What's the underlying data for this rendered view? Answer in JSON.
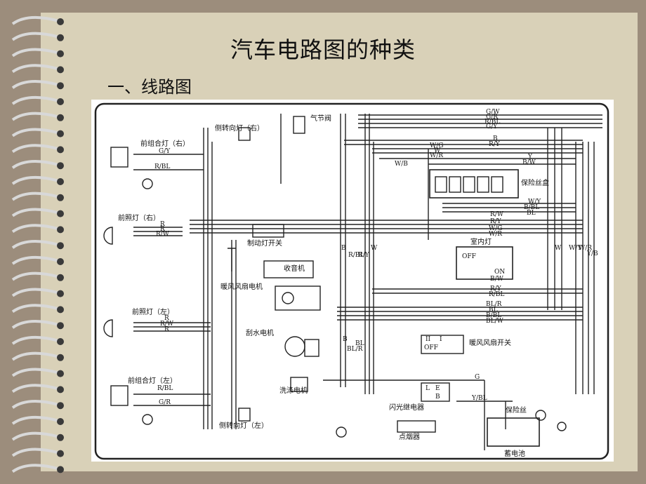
{
  "slide": {
    "title": "汽车电路图的种类",
    "subtitle": "一、线路图"
  },
  "diagram": {
    "component_labels": {
      "throttle_valve": "气节阀",
      "side_turn_right": "侧转向灯（右）",
      "front_combo_right": "前组合灯（右）",
      "fuse_box": "保险丝盒",
      "headlamp_right": "前照灯（右）",
      "brake_switch": "制动灯开关",
      "interior_light": "室内灯",
      "radio": "收音机",
      "heater_motor": "暖风风扇电机",
      "headlamp_left": "前照灯（左）",
      "wiper_motor": "刮水电机",
      "heater_switch": "暖风风扇开关",
      "front_combo_left": "前组合灯（左）",
      "washer_motor": "洗涤电机",
      "flasher_relay": "闪光继电器",
      "fuse": "保险丝",
      "side_turn_left": "侧转向灯（左）",
      "cigar_lighter": "点烟器",
      "battery": "蓄电池"
    },
    "wire_codes": {
      "top_right": [
        "G/W",
        "G/R",
        "R/BL",
        "G/Y"
      ],
      "right_group_1": [
        "B",
        "R/Y"
      ],
      "right_group_2": [
        "W/G",
        "W",
        "W/R"
      ],
      "y_bw": [
        "Y",
        "B/W"
      ],
      "wb": "W/B",
      "right_group_3": [
        "W/Y",
        "B/BL",
        "BL"
      ],
      "right_group_4": [
        "R/W",
        "R/Y",
        "W/G",
        "W/R"
      ],
      "front_right_combo": [
        "G/Y",
        "R/BL"
      ],
      "headlamp_right_codes": [
        "R",
        "R",
        "R/W"
      ],
      "vertical_mid": [
        "B",
        "R/BL",
        "R/Y",
        "W"
      ],
      "interior_switch": [
        "OFF",
        "ON",
        "B/W"
      ],
      "vertical_right": [
        "W",
        "W/Y",
        "W/R",
        "Y/B"
      ],
      "mid_right": [
        "R/Y",
        "R/BL"
      ],
      "bottom_right_group": [
        "BL/R",
        "BL",
        "B/BL",
        "BL/W"
      ],
      "headlamp_left_codes": [
        "R",
        "R/W",
        "R"
      ],
      "wiper_vertical": [
        "B",
        "BL/R",
        "BL"
      ],
      "heater_switch_codes": [
        "II",
        "I",
        "OFF"
      ],
      "front_left_combo": [
        "R/BL",
        "G/R"
      ],
      "flasher_codes": [
        "L",
        "E",
        "B"
      ],
      "g_wire": "G",
      "yb_wire": "Y/BL"
    }
  }
}
